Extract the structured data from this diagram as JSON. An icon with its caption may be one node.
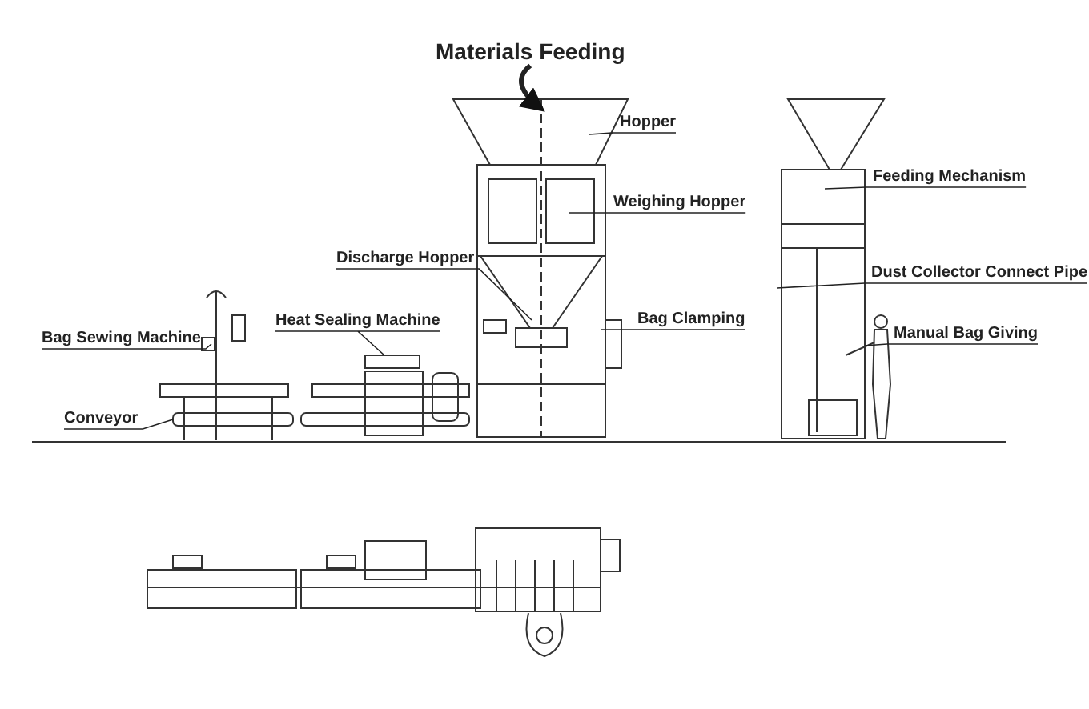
{
  "diagram": {
    "nodes": [
      {
        "text": [
          "Materials Feeding"
        ]
      },
      {
        "text": [
          "Hopper"
        ]
      },
      {
        "text": [
          "Weighing Hopper"
        ]
      },
      {
        "text": [
          "Feeding Mechanism"
        ]
      },
      {
        "text": [
          "Discharge Hopper"
        ]
      },
      {
        "text": [
          "Dust Collector Connect Pipe"
        ]
      },
      {
        "text": [
          "Heat Sealing Machine"
        ]
      },
      {
        "text": [
          "Bag Clamping"
        ]
      },
      {
        "text": [
          "Bag Sewing Machine"
        ]
      },
      {
        "text": [
          "Manual Bag Giving"
        ]
      },
      {
        "text": [
          "Conveyor"
        ]
      }
    ],
    "edges": [
      {
        "from": 0,
        "to": null,
        "arrow": "to",
        "style": "thick"
      },
      {
        "from": 1,
        "to": null,
        "arrow": "none"
      },
      {
        "from": 2,
        "to": null,
        "arrow": "none"
      },
      {
        "from": 3,
        "to": null,
        "arrow": "none"
      },
      {
        "from": 4,
        "to": null,
        "arrow": "none"
      },
      {
        "from": 5,
        "to": null,
        "arrow": "none"
      },
      {
        "from": 6,
        "to": null,
        "arrow": "none"
      },
      {
        "from": 7,
        "to": null,
        "arrow": "none"
      },
      {
        "from": 8,
        "to": null,
        "arrow": "none"
      },
      {
        "from": 9,
        "to": null,
        "arrow": "none"
      },
      {
        "from": 10,
        "to": null,
        "arrow": "none"
      }
    ]
  }
}
